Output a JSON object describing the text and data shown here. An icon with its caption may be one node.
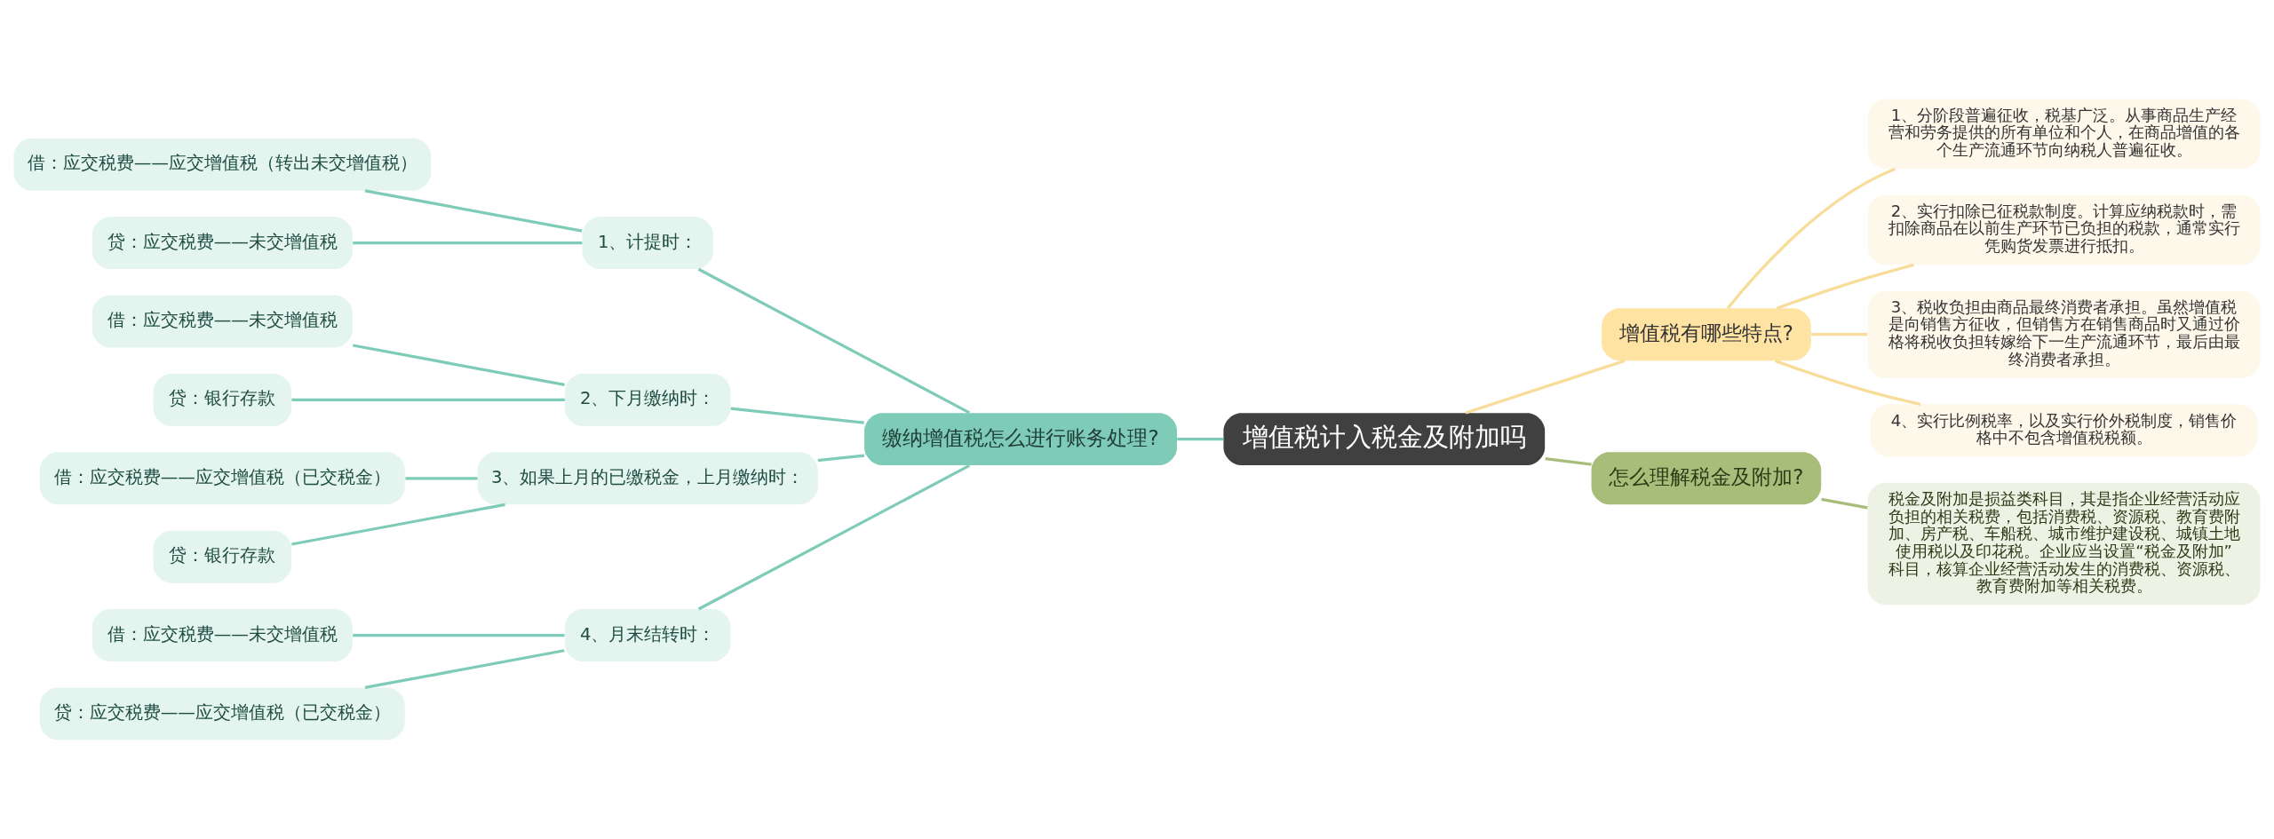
{
  "diagram": {
    "nodes": [
      {
        "text": [
          "增值税计入税金及附加吗"
        ]
      },
      {
        "text": [
          "缴纳增值税怎么进行账务处理?"
        ]
      },
      {
        "text": [
          "1、计提时："
        ]
      },
      {
        "text": [
          "借：应交税费——应交增值税（转出未交增值税）"
        ]
      },
      {
        "text": [
          "贷：应交税费——未交增值税"
        ]
      },
      {
        "text": [
          "2、下月缴纳时："
        ]
      },
      {
        "text": [
          "借：应交税费——未交增值税"
        ]
      },
      {
        "text": [
          "贷：银行存款"
        ]
      },
      {
        "text": [
          "3、如果上月的已缴税金，上月缴纳时："
        ]
      },
      {
        "text": [
          "借：应交税费——应交增值税（已交税金）"
        ]
      },
      {
        "text": [
          "贷：银行存款"
        ]
      },
      {
        "text": [
          "4、月末结转时："
        ]
      },
      {
        "text": [
          "借：应交税费——未交增值税"
        ]
      },
      {
        "text": [
          "贷：应交税费——应交增值税（已交税金）"
        ]
      },
      {
        "text": [
          "增值税有哪些特点?"
        ]
      },
      {
        "text": [
          "1、分阶段普遍征收，税基广泛。从事商品生产经营和劳务提供的所有单位和个人，在商品增值的各个生产流通环节向纳税人普遍征收。"
        ]
      },
      {
        "text": [
          "2、实行扣除已征税款制度。计算应纳税款时，需扣除商品在以前生产环节已负担的税款，通常实行凭购货发票进行抵扣。"
        ]
      },
      {
        "text": [
          "3、税收负担由商品最终消费者承担。虽然增值税是向销售方征收，但销售方在销售商品时又通过价格将税收负担转嫁给下一生产流通环节，最后由最终消费者承担。"
        ]
      },
      {
        "text": [
          "4、实行比例税率，以及实行价外税制度，销售价格中不包含增值税税额。"
        ]
      },
      {
        "text": [
          "怎么理解税金及附加?"
        ]
      },
      {
        "text": [
          "税金及附加是损益类科目，其是指企业经营活动应负担的相关税费，包括消费税、资源税、教育费附加、房产税、车船税、城市维护建设税、城镇土地使用税以及印花税。企业应当设置“税金及附加”科目，核算企业经营活动发生的消费税、资源税、教育费附加等相关税费。"
        ]
      }
    ],
    "edges": [
      {
        "from": 0,
        "to": 1,
        "arrow": "none"
      },
      {
        "from": 1,
        "to": 2,
        "arrow": "none"
      },
      {
        "from": 2,
        "to": 3,
        "arrow": "none"
      },
      {
        "from": 2,
        "to": 4,
        "arrow": "none"
      },
      {
        "from": 1,
        "to": 5,
        "arrow": "none"
      },
      {
        "from": 5,
        "to": 6,
        "arrow": "none"
      },
      {
        "from": 5,
        "to": 7,
        "arrow": "none"
      },
      {
        "from": 1,
        "to": 8,
        "arrow": "none"
      },
      {
        "from": 8,
        "to": 9,
        "arrow": "none"
      },
      {
        "from": 8,
        "to": 10,
        "arrow": "none"
      },
      {
        "from": 1,
        "to": 11,
        "arrow": "none"
      },
      {
        "from": 11,
        "to": 12,
        "arrow": "none"
      },
      {
        "from": 11,
        "to": 13,
        "arrow": "none"
      },
      {
        "from": 0,
        "to": 14,
        "arrow": "none",
        "color": "#f8dc9a"
      },
      {
        "from": 14,
        "to": 15,
        "arrow": "none",
        "color": "#f8dc9a"
      },
      {
        "from": 14,
        "to": 16,
        "arrow": "none",
        "color": "#f8dc9a"
      },
      {
        "from": 14,
        "to": 17,
        "arrow": "none",
        "color": "#f8dc9a"
      },
      {
        "from": 14,
        "to": 18,
        "arrow": "none",
        "color": "#f8dc9a"
      },
      {
        "from": 0,
        "to": 19,
        "arrow": "none",
        "color": "#a8bd7a"
      },
      {
        "from": 19,
        "to": 20,
        "arrow": "none",
        "color": "#a8bd7a"
      }
    ]
  }
}
